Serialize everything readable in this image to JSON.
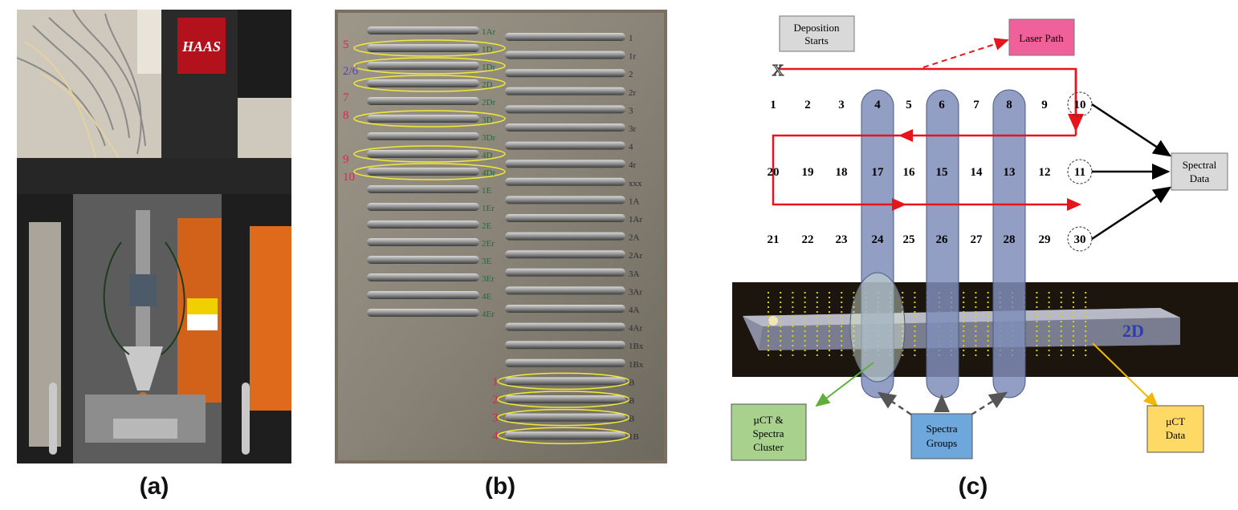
{
  "captions": {
    "a": "(a)",
    "b": "(b)",
    "c": "(c)"
  },
  "panel_a": {
    "machine_logo": "HAAS"
  },
  "panel_b": {
    "left_labels": [
      "1Ar",
      "1D",
      "1Dr",
      "2D",
      "2Dr",
      "3D",
      "3Dr",
      "4D",
      "4Dr",
      "1E",
      "1Er",
      "2E",
      "2Er",
      "3E",
      "3Er",
      "4E",
      "4Er"
    ],
    "right_labels": [
      "1",
      "1r",
      "2",
      "2r",
      "3",
      "3r",
      "4",
      "4r",
      "xxx",
      "1A",
      "1Ar",
      "2A",
      "2Ar",
      "3A",
      "3Ar",
      "4A",
      "4Ar",
      "1Bx",
      "1Bx",
      "B",
      "B",
      "B",
      "1B"
    ],
    "red_marks_left": [
      "5",
      "2/6",
      "7",
      "8",
      "9",
      "10"
    ],
    "red_marks_bottom": [
      "1",
      "2",
      "3",
      "4"
    ]
  },
  "panel_c": {
    "deposition_starts": [
      "Deposition",
      "Starts"
    ],
    "laser_path": "Laser Path",
    "start_marker": "X",
    "row1": [
      "1",
      "2",
      "3",
      "4",
      "5",
      "6",
      "7",
      "8",
      "9",
      "10"
    ],
    "row2": [
      "20",
      "19",
      "18",
      "17",
      "16",
      "15",
      "14",
      "13",
      "12",
      "11"
    ],
    "row3": [
      "21",
      "22",
      "23",
      "24",
      "25",
      "26",
      "27",
      "28",
      "29",
      "30"
    ],
    "spectral_data": [
      "Spectral",
      "Data"
    ],
    "uct_spectra_cluster": [
      "µCT &",
      "Spectra",
      "Cluster"
    ],
    "spectra_groups": [
      "Spectra",
      "Groups"
    ],
    "uct_data": [
      "µCT",
      "Data"
    ],
    "sample_tag": "2D",
    "colors": {
      "laser": "#e8141c",
      "laser_box": "#f0609a",
      "column": "#7f8db8",
      "spectra_groups_box": "#6ea7dc",
      "uct_cluster_box": "#a9d18e",
      "uct_data_box": "#ffd966",
      "grey_box": "#d9d9d9"
    }
  }
}
